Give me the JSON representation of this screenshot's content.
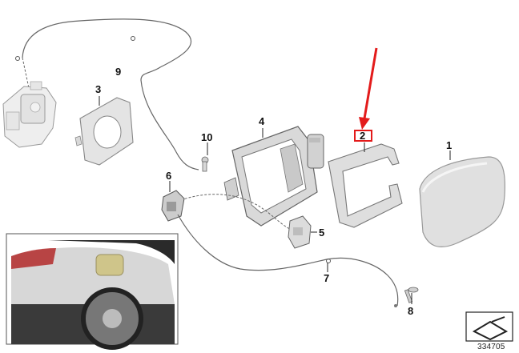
{
  "diagram": {
    "parts": [
      {
        "number": "1",
        "label": "1"
      },
      {
        "number": "2",
        "label": "2"
      },
      {
        "number": "3",
        "label": "3"
      },
      {
        "number": "4",
        "label": "4"
      },
      {
        "number": "5",
        "label": "5"
      },
      {
        "number": "6",
        "label": "6"
      },
      {
        "number": "7",
        "label": "7"
      },
      {
        "number": "8",
        "label": "8"
      },
      {
        "number": "9",
        "label": "9"
      },
      {
        "number": "10",
        "label": "10"
      }
    ],
    "reference_number": "334705",
    "highlight_color": "#e31b1b",
    "line_color": "#555555",
    "part_fill": "#e8e8e8"
  }
}
